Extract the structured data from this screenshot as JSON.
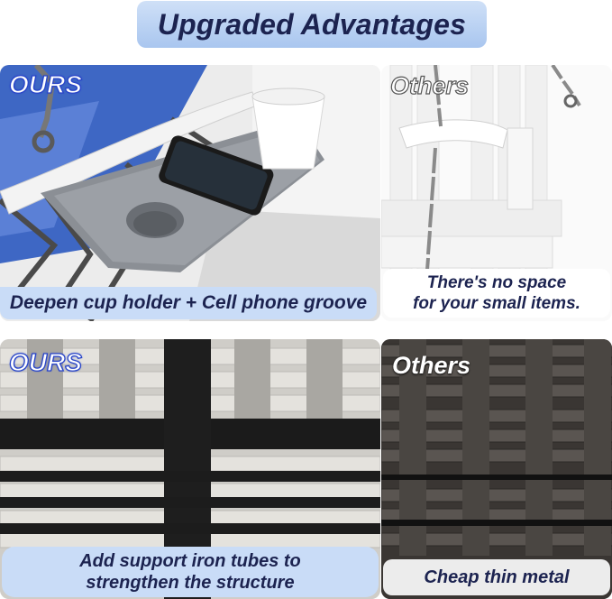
{
  "header": {
    "title": "Upgraded Advantages"
  },
  "panels": {
    "top_left": {
      "badge": "OURS",
      "caption": "Deepen cup holder + Cell phone groove"
    },
    "top_right": {
      "badge": "Others",
      "caption_line1": "There's no space",
      "caption_line2": "for your small items."
    },
    "bottom_left": {
      "badge": "OURS",
      "caption_line1": "Add support iron tubes to",
      "caption_line2": "strengthen the structure"
    },
    "bottom_right": {
      "badge": "Others",
      "caption": "Cheap thin metal"
    }
  },
  "colors": {
    "title_pill": "#b5cff2",
    "caption_blue": "#c9dcf7",
    "text_navy": "#1c2350",
    "badge_blue": "#2a46c8"
  }
}
